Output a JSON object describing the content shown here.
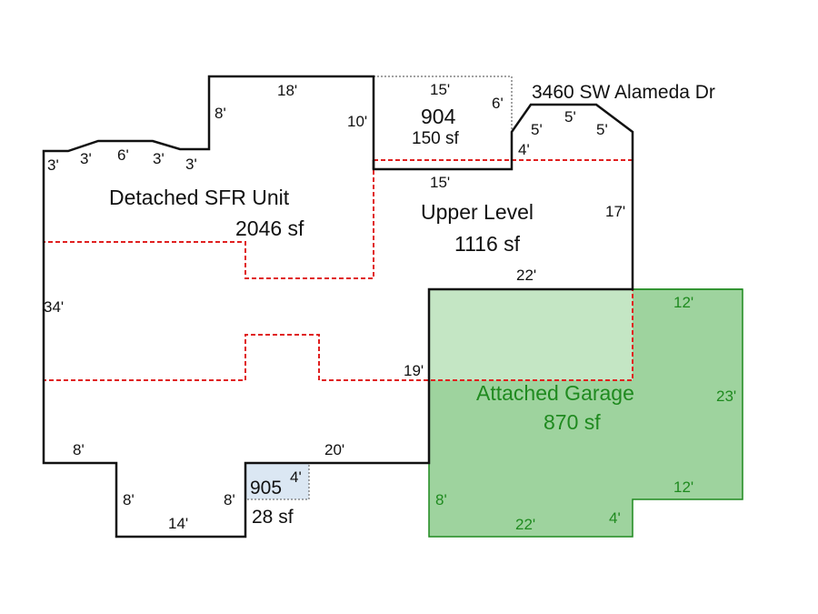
{
  "address": "3460 SW Alameda Dr",
  "areas": {
    "sfr": {
      "name": "Detached SFR Unit",
      "area": "2046 sf"
    },
    "upper": {
      "name": "Upper Level",
      "area": "1116 sf"
    },
    "garage": {
      "name": "Attached Garage",
      "area": "870 sf"
    },
    "area904": {
      "id": "904",
      "area": "150 sf"
    },
    "area905": {
      "id": "905",
      "area": "28 sf"
    }
  },
  "dimensions": {
    "sfr_top_left_3a": "3'",
    "sfr_top_left_3b": "3'",
    "sfr_top_left_6": "6'",
    "sfr_top_left_3c": "3'",
    "sfr_top_left_3d": "3'",
    "sfr_step_8": "8'",
    "sfr_top_18": "18'",
    "sfr_right_10": "10'",
    "a904_top_15": "15'",
    "a904_right_6": "6'",
    "upper_top_15": "15'",
    "bay_4": "4'",
    "bay_5a": "5'",
    "bay_5b": "5'",
    "bay_5c": "5'",
    "upper_right_17": "17'",
    "upper_bottom_22": "22'",
    "sfr_left_34": "34'",
    "sfr_right_19": "19'",
    "sfr_bottom_8a": "8'",
    "sfr_bottom_20": "20'",
    "sfr_notch_8a": "8'",
    "sfr_notch_14": "14'",
    "sfr_notch_8b": "8'",
    "a905_4": "4'",
    "garage_top_12": "12'",
    "garage_right_23": "23'",
    "garage_left_8": "8'",
    "garage_bottom_22": "22'",
    "garage_notch_4": "4'",
    "garage_notch_12": "12'"
  },
  "colors": {
    "outline": "#111111",
    "upper_dashed": "#e02020",
    "garage_fill": "#9ed39e",
    "garage_overlap": "#c4e6c4",
    "garage_stroke": "#1f8a1f",
    "garage_text": "#1f8a1f",
    "a905_fill": "#dbe7f3"
  }
}
